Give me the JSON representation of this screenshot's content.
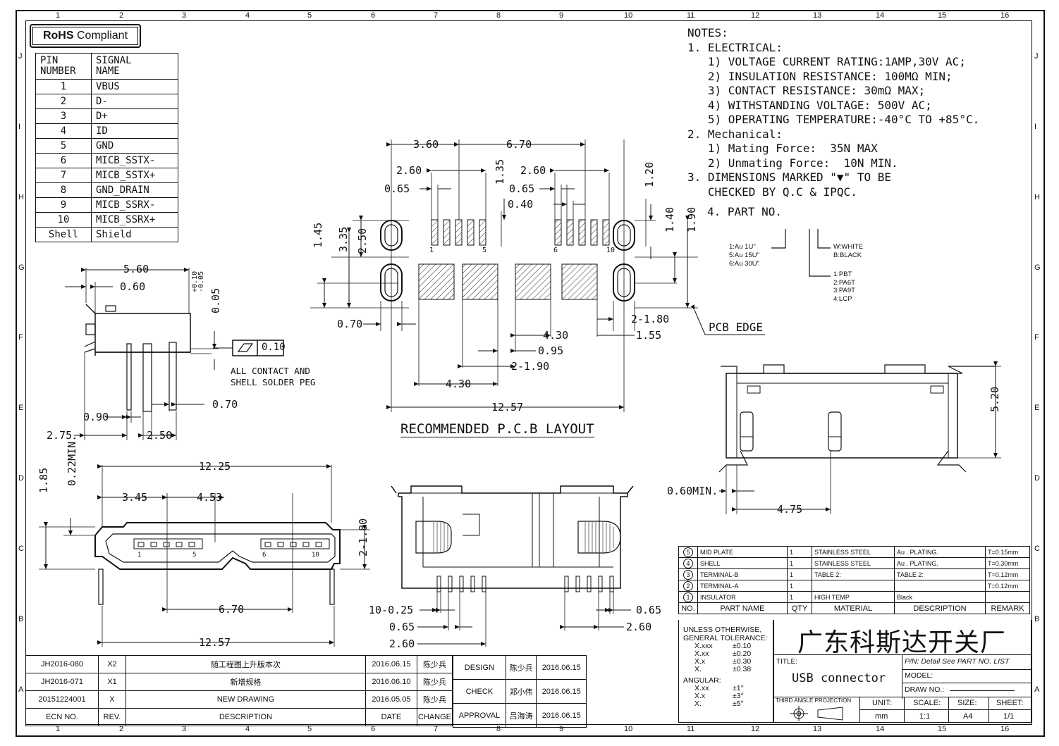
{
  "badge": "RoHS",
  "badge_text": "Compliant",
  "pin_table": {
    "headers": [
      "PIN\nNUMBER",
      "SIGNAL\nNAME"
    ],
    "rows": [
      [
        "1",
        "VBUS"
      ],
      [
        "2",
        "D-"
      ],
      [
        "3",
        "D+"
      ],
      [
        "4",
        "ID"
      ],
      [
        "5",
        "GND"
      ],
      [
        "6",
        "MICB_SSTX-"
      ],
      [
        "7",
        "MICB_SSTX+"
      ],
      [
        "8",
        "GND_DRAIN"
      ],
      [
        "9",
        "MICB_SSRX-"
      ],
      [
        "10",
        "MICB_SSRX+"
      ],
      [
        "Shell",
        "Shield"
      ]
    ]
  },
  "notes": {
    "title": "NOTES:",
    "lines": [
      "1. ELECTRICAL:",
      "   1) VOLTAGE CURRENT RATING:1AMP,30V AC;",
      "   2) INSULATION RESISTANCE: 100MΩ MIN;",
      "   3) CONTACT RESISTANCE: 30mΩ MAX;",
      "   4) WITHSTANDING VOLTAGE: 500V AC;",
      "   5) OPERATING TEMPERATURE:-40°C TO +85°C.",
      "2. Mechanical:",
      "   1) Mating Force:  35N MAX",
      "   2) Unmating Force:  10N MIN.",
      "3. DIMENSIONS MARKED \"▼\" TO BE",
      "   CHECKED BY Q.C & IPQC."
    ],
    "part_no": "4. PART NO.",
    "plating": [
      "1:Au 1U\"",
      "5:Au 15U\"",
      "6:Au 30U\""
    ],
    "color": [
      "W:WHITE",
      "B:BLACK"
    ],
    "material": [
      "1:PBT",
      "2:PA6T",
      "3:PA9T",
      "4:LCP"
    ]
  },
  "layout_title": "RECOMMENDED P.C.B LAYOUT",
  "pcb_edge": "PCB EDGE",
  "solder_note": [
    "ALL CONTACT AND",
    "SHELL SOLDER PEG"
  ],
  "tolerance_box": "0.10",
  "dims": {
    "d360": "3.60",
    "d670": "6.70",
    "d260a": "2.60",
    "d260b": "2.60",
    "d065a": "0.65",
    "d065b": "0.65",
    "d135": "1.35",
    "d040": "0.40",
    "d120": "1.20",
    "d140": "1.40",
    "d190": "1.90",
    "d145": "1.45",
    "d335": "3.35",
    "d250": "2.50",
    "d070": "0.70",
    "d2180": "2-1.80",
    "d155": "1.55",
    "d430a": "4.30",
    "d095": "0.95",
    "d2190": "2-1.90",
    "d430b": "4.30",
    "d1257a": "12.57",
    "s560": "5.60",
    "s060": "0.60",
    "s005": "0.05",
    "s005tol": "+0.10\n-0.05",
    "s090": "0.90",
    "s070": "0.70",
    "s275": "2.75",
    "s250": "2.50",
    "f1225": "12.25",
    "f345": "3.45",
    "f453": "4.53",
    "f185": "1.85",
    "f022": "0.22MIN.",
    "f2180": "2-1.80",
    "f670": "6.70",
    "f1257": "12.57",
    "b1025": "10-0.25",
    "b065": "0.65",
    "b260": "2.60",
    "b065r": "0.65",
    "b260r": "2.60",
    "r520": "5.20",
    "r060": "0.60MIN.",
    "r475": "4.75"
  },
  "pin_labels": {
    "p1": "1",
    "p5": "5",
    "p6": "6",
    "p10": "10"
  },
  "bom": {
    "rows": [
      [
        "5",
        "MID PLATE",
        "1",
        "STAINLESS STEEL",
        "Au . PLATING.",
        "T=0.15mm"
      ],
      [
        "4",
        "SHELL",
        "1",
        "STAINLESS STEEL",
        "Au . PLATING.",
        "T=0.30mm"
      ],
      [
        "3",
        "TERMINAL-B",
        "1",
        "TABLE 2:",
        "TABLE 2:",
        "T=0.12mm"
      ],
      [
        "2",
        "TERMINAL-A",
        "1",
        "",
        "",
        "T=0.12mm"
      ],
      [
        "1",
        "INSULATOR",
        "1",
        "HIGH TEMP",
        "Black",
        ""
      ]
    ],
    "header": [
      "NO.",
      "PART NAME",
      "QTY",
      "MATERIAL",
      "DESCRIPTION",
      "REMARK"
    ]
  },
  "tolerance": {
    "title": "UNLESS OTHERWISE,\nGENERAL TOLERANCE:",
    "rows": [
      [
        "X.xxx",
        "±0.10"
      ],
      [
        "X.xx",
        "±0.20"
      ],
      [
        "X.x",
        "±0.30"
      ],
      [
        "X.",
        "±0.38"
      ]
    ],
    "angular": "ANGULAR:",
    "arows": [
      [
        "X.xx",
        "±1°"
      ],
      [
        "X.x",
        "±3°"
      ],
      [
        "X.",
        "±5°"
      ]
    ]
  },
  "company": "广东科斯达开关厂",
  "title_label": "TITLE:",
  "title_value": "USB connector",
  "pn": "P/N: Detail  See  PART  NO.  LIST",
  "model": "MODEL:",
  "drawno": "DRAW  NO.:",
  "projection": "THIRD ANGLE PROJECTION",
  "unit_h": "UNIT:",
  "unit_v": "mm",
  "scale_h": "SCALE:",
  "scale_v": "1:1",
  "size_h": "SIZE:",
  "size_v": "A4",
  "sheet_h": "SHEET:",
  "sheet_v": "1/1",
  "revisions": [
    [
      "JH2016-080",
      "X2",
      "随工程图上升版本次",
      "2016.06.15",
      "陈少兵"
    ],
    [
      "JH2016-071",
      "X1",
      "新增规格",
      "2016.06.10",
      "陈少兵"
    ],
    [
      "20151224001",
      "X",
      "NEW DRAWING",
      "2016.05.05",
      "陈少兵"
    ]
  ],
  "rev_header": [
    "ECN NO.",
    "REV.",
    "DESCRIPTION",
    "DATE",
    "CHANGE"
  ],
  "approvals": [
    [
      "DESIGN",
      "陈少兵",
      "2016.06.15"
    ],
    [
      "CHECK",
      "郑小伟",
      "2016.06.15"
    ],
    [
      "APPROVAL",
      "吕海涛",
      "2016.06.15"
    ]
  ],
  "zones_h": [
    "1",
    "2",
    "3",
    "4",
    "5",
    "6",
    "7",
    "8",
    "9",
    "10",
    "11",
    "12",
    "13",
    "14",
    "15",
    "16"
  ],
  "zones_v": [
    "J",
    "I",
    "H",
    "G",
    "F",
    "E",
    "D",
    "C",
    "B",
    "A"
  ]
}
